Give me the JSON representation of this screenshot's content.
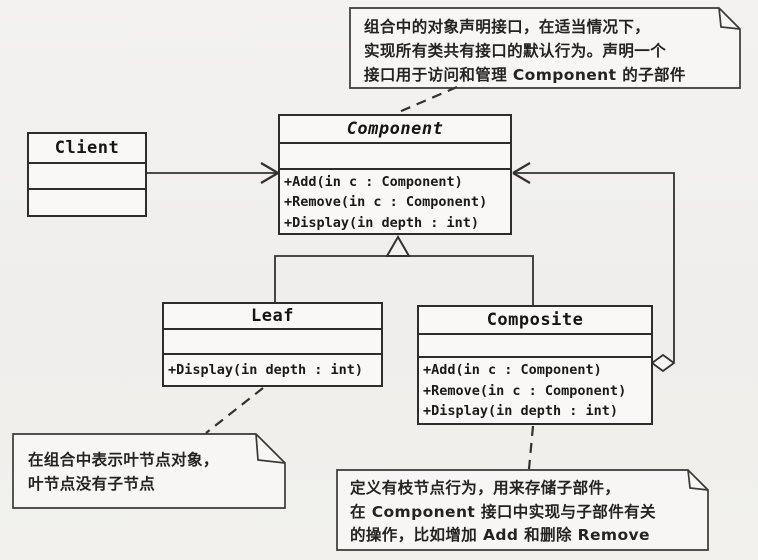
{
  "diagram": {
    "kind": "uml-class-diagram-composite-pattern",
    "classes": {
      "client": {
        "name": "Client"
      },
      "component": {
        "name": "Component",
        "methods": [
          "+Add(in c : Component)",
          "+Remove(in c : Component)",
          "+Display(in depth : int)"
        ]
      },
      "leaf": {
        "name": "Leaf",
        "methods": [
          "+Display(in depth : int)"
        ]
      },
      "composite": {
        "name": "Composite",
        "methods": [
          "+Add(in c : Component)",
          "+Remove(in c : Component)",
          "+Display(in depth : int)"
        ]
      }
    },
    "notes": {
      "component_note": {
        "lines": [
          "组合中的对象声明接口，在适当情况下，",
          "实现所有类共有接口的默认行为。声明一个",
          "接口用于访问和管理 Component 的子部件"
        ]
      },
      "leaf_note": {
        "lines": [
          "在组合中表示叶节点对象，",
          "叶节点没有子节点"
        ]
      },
      "composite_note": {
        "lines": [
          "定义有枝节点行为，用来存储子部件，",
          "在 Component 接口中实现与子部件有关",
          "的操作，比如增加 Add 和删除 Remove"
        ]
      }
    },
    "colors": {
      "line": "#3a3935",
      "box_border": "#2e2d2b",
      "box_fill": "#f9f8f6",
      "background": "#f1f0ee",
      "text": "#1b1a18"
    }
  }
}
